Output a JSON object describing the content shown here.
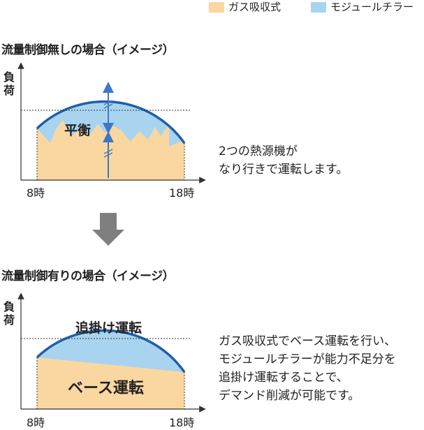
{
  "colors": {
    "gas": "#fad7a0",
    "modular": "#a9d4ef",
    "arc": "#1f5fa8",
    "arrow": "#3f78c4",
    "down_arrow": "#7f7f7f"
  },
  "legend": [
    {
      "label": "ガス吸収式",
      "color": "#fad7a0"
    },
    {
      "label": "モジュールチラー",
      "color": "#a9d4ef"
    }
  ],
  "panel_top": {
    "heading": "流量制御無しの場合（イメージ）",
    "y_axis_label": [
      "負",
      "荷"
    ],
    "x_tick_start": "8時",
    "x_tick_end": "18時",
    "balance_label": "平衡",
    "description": [
      "2つの熱源機が",
      "なり行きで運転します。"
    ]
  },
  "transition_icon": "down-arrow-icon",
  "panel_bottom": {
    "heading": "流量制御有りの場合（イメージ）",
    "y_axis_label": [
      "負",
      "荷"
    ],
    "x_tick_start": "8時",
    "x_tick_end": "18時",
    "chase_label": "追掛け運転",
    "base_label": "ベース運転",
    "description": [
      "ガス吸収式でベース運転を行い、",
      "モジュールチラーが能力不足分を",
      "追掛け運転することで、",
      "デマンド削減が可能です。"
    ]
  }
}
